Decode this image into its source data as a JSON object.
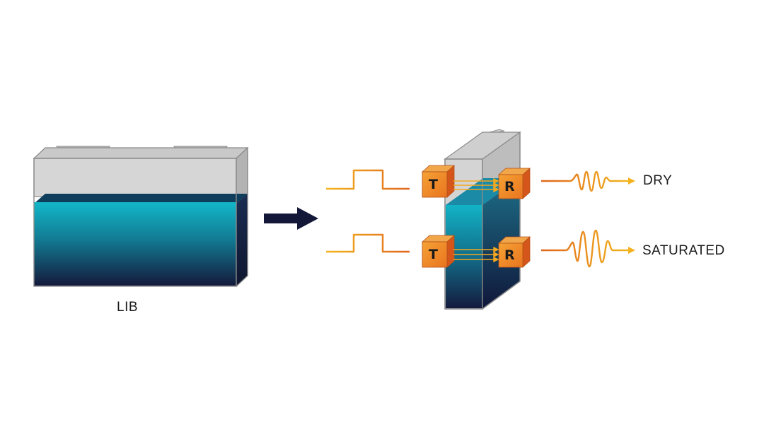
{
  "labels": {
    "battery": "LIB",
    "dry": "DRY",
    "saturated": "SATURATED"
  },
  "transducers": {
    "transmitter_letter": "T",
    "receiver_letter": "R"
  },
  "colors": {
    "casing_light": "#dadada",
    "casing_mid": "#c4c4c4",
    "casing_dark": "#a9a9a9",
    "electrolyte_top": "#10b3c6",
    "electrolyte_bottom": "#131c40",
    "arrow": "#141838",
    "signal_start": "#e06a1e",
    "signal_end": "#f2b21f",
    "transducer_face": "#f08c26",
    "transducer_side": "#d5561a"
  }
}
